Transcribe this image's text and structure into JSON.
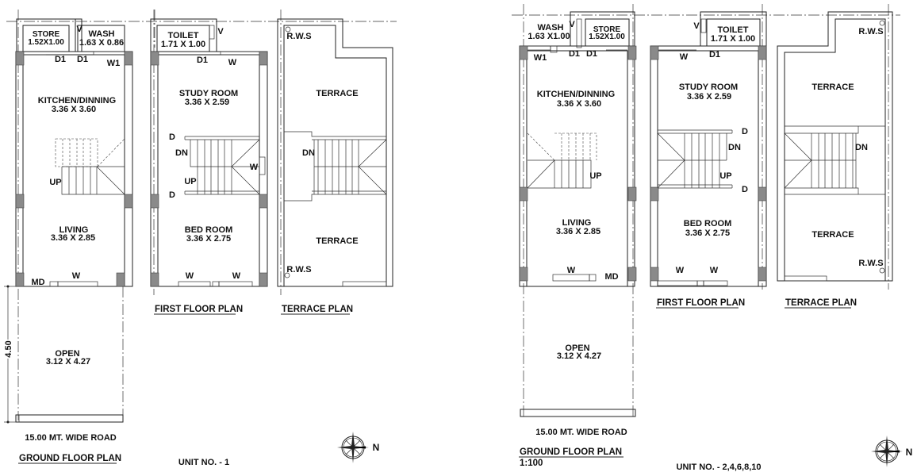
{
  "unit_1": {
    "ground_floor": {
      "store": "STORE",
      "store_size": "1.52X1.00",
      "v": "V",
      "wash": "WASH",
      "wash_size": "1.63 X 0.86",
      "d1_a": "D1",
      "d1_b": "D1",
      "w1": "W1",
      "kitchen": "KITCHEN/DINNING",
      "kitchen_size": "3.36 X 3.60",
      "up": "UP",
      "living": "LIVING",
      "living_size": "3.36 X 2.85",
      "md": "MD",
      "w": "W",
      "open": "OPEN",
      "open_size": "3.12 X 4.27",
      "dimension": "4.50",
      "road": "15.00 MT. WIDE ROAD",
      "title": "GROUND FLOOR PLAN"
    },
    "first_floor": {
      "toilet": "TOILET",
      "toilet_size": "1.71 X 1.00",
      "v": "V",
      "d1": "D1",
      "w_top": "W",
      "study": "STUDY ROOM",
      "study_size": "3.36 X 2.59",
      "d_top": "D",
      "dn": "DN",
      "w_side": "W",
      "up": "UP",
      "d_bottom": "D",
      "bed": "BED ROOM",
      "bed_size": "3.36 X 2.75",
      "w_bottom_1": "W",
      "w_bottom_2": "W",
      "title": "FIRST FLOOR PLAN"
    },
    "terrace": {
      "rws_top": "R.W.S",
      "terrace_top": "TERRACE",
      "dn": "DN",
      "terrace_bottom": "TERRACE",
      "rws_bottom": "R.W.S",
      "title": "TERRACE PLAN"
    },
    "unit_label": "UNIT NO. - 1",
    "north": "N"
  },
  "unit_2": {
    "ground_floor": {
      "wash": "WASH",
      "wash_size": "1.63 X1.00",
      "v": "V",
      "store": "STORE",
      "store_size": "1.52X1.00",
      "w1": "W1",
      "d1_a": "D1",
      "d1_b": "D1",
      "kitchen": "KITCHEN/DINNING",
      "kitchen_size": "3.36 X 3.60",
      "up": "UP",
      "living": "LIVING",
      "living_size": "3.36 X 2.85",
      "w": "W",
      "md": "MD",
      "open": "OPEN",
      "open_size": "3.12 X 4.27",
      "road": "15.00 MT. WIDE ROAD",
      "title": "GROUND FLOOR PLAN",
      "scale": "1:100"
    },
    "first_floor": {
      "v": "V",
      "toilet": "TOILET",
      "toilet_size": "1.71 X 1.00",
      "w_top": "W",
      "d1": "D1",
      "study": "STUDY ROOM",
      "study_size": "3.36 X 2.59",
      "d_top": "D",
      "dn": "DN",
      "up": "UP",
      "d_bottom": "D",
      "bed": "BED ROOM",
      "bed_size": "3.36 X 2.75",
      "w_bottom_1": "W",
      "w_bottom_2": "W",
      "title": "FIRST FLOOR PLAN"
    },
    "terrace": {
      "rws_top": "R.W.S",
      "terrace_top": "TERRACE",
      "dn": "DN",
      "terrace_bottom": "TERRACE",
      "rws_bottom": "R.W.S",
      "title": "TERRACE PLAN"
    },
    "unit_label": "UNIT NO. - 2,4,6,8,10",
    "north": "N"
  }
}
